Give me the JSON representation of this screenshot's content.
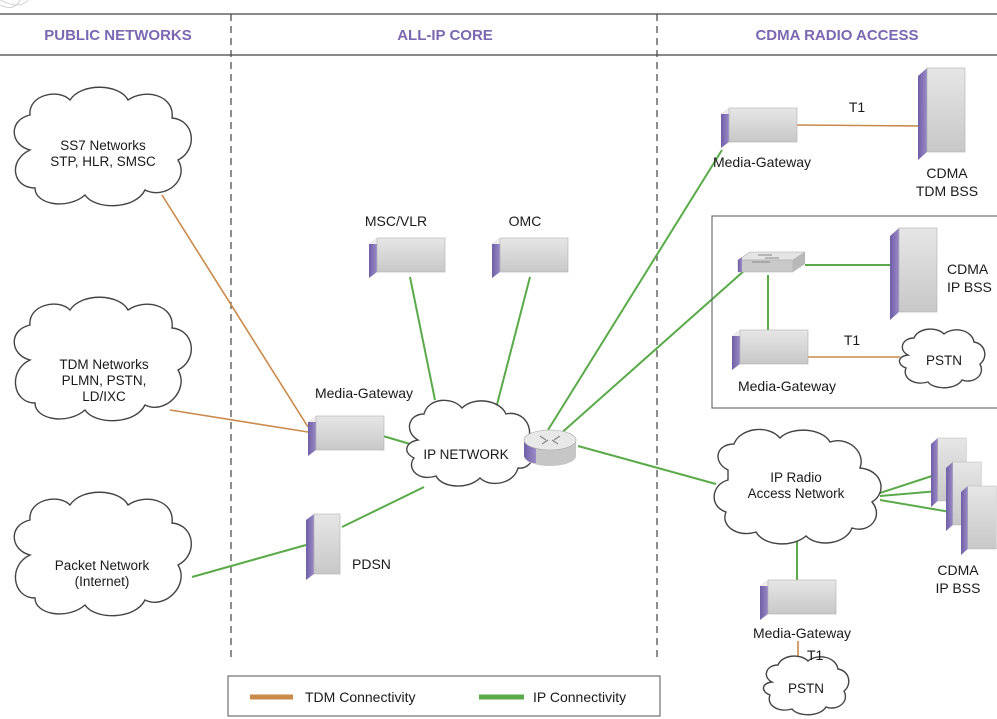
{
  "headers": {
    "public": "PUBLIC NETWORKS",
    "core": "ALL-IP CORE",
    "radio": "CDMA RADIO ACCESS"
  },
  "clouds": {
    "ss7": [
      "SS7 Networks",
      "STP, HLR, SMSC"
    ],
    "tdm": [
      "TDM Networks",
      "PLMN, PSTN,",
      "LD/IXC"
    ],
    "packet": [
      "Packet Network",
      "(Internet)"
    ],
    "ip_network": "IP NETWORK",
    "ip_ran": [
      "IP Radio",
      "Access Network"
    ],
    "pstn_mid": "PSTN",
    "pstn_bottom": "PSTN"
  },
  "nodes": {
    "msc": "MSC/VLR",
    "omc": "OMC",
    "mgw_core": "Media-Gateway",
    "pdsn": "PDSN",
    "mgw_top": "Media-Gateway",
    "cdma_tdm_bss": [
      "CDMA",
      "TDM BSS"
    ],
    "cdma_ip_bss_box": [
      "CDMA",
      "IP BSS"
    ],
    "mgw_box": "Media-Gateway",
    "cdma_ip_bss": [
      "CDMA",
      "IP BSS"
    ],
    "mgw_bottom": "Media-Gateway"
  },
  "links": {
    "t1_top": "T1",
    "t1_box": "T1",
    "t1_bottom": "T1"
  },
  "legend": {
    "tdm": "TDM Connectivity",
    "ip": "IP Connectivity"
  },
  "colors": {
    "tdm": "#c98a4a",
    "ip": "#5aaa4a",
    "header": "#7b68b0",
    "device_face": "#d6d6d6",
    "device_side": "#8a78b8"
  }
}
